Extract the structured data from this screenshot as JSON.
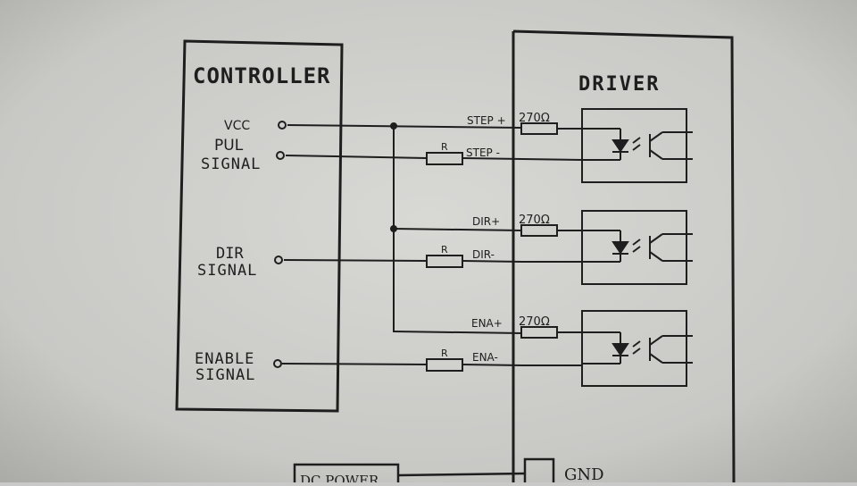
{
  "controller": {
    "title": "CONTROLLER",
    "vcc": "VCC",
    "pul_line1": "PUL",
    "pul_line2": "SIGNAL",
    "dir_line1": "DIR",
    "dir_line2": "SIGNAL",
    "ena_line1": "ENABLE",
    "ena_line2": "SIGNAL"
  },
  "driver": {
    "title": "DRIVER",
    "step_plus": "STEP +",
    "step_minus": "STEP -",
    "dir_plus": "DIR+",
    "dir_minus": "DIR-",
    "ena_plus": "ENA+",
    "ena_minus": "ENA-",
    "resistor_value": "270Ω",
    "resistor_label": "R",
    "gnd": "GND",
    "dc_power": "DC POWER"
  },
  "colors": {
    "background": "#c9c9c7",
    "line": "#1e1e1e"
  }
}
